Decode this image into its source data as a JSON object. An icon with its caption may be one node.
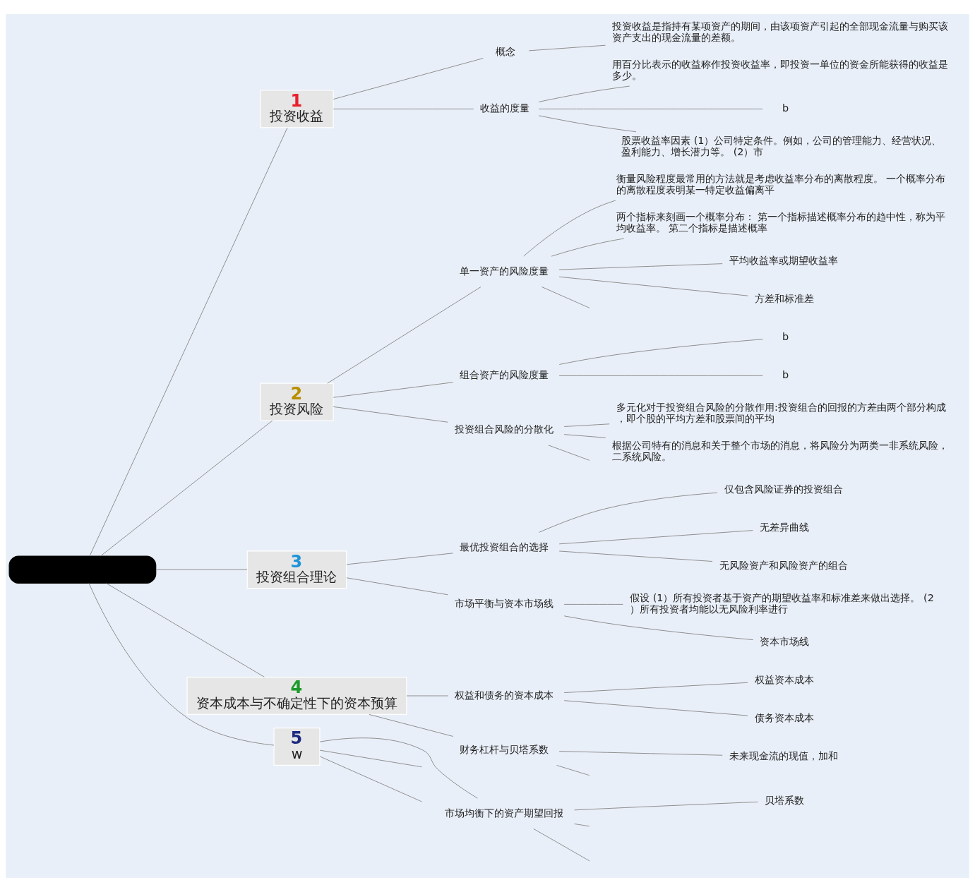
{
  "diagram": {
    "nodes": [
      {
        "text": [],
        "shape": "box"
      },
      {
        "text": [
          "1",
          "投资收益"
        ]
      },
      {
        "text": [
          "概念"
        ]
      },
      {
        "text": [
          "投资收益是指持有某项资产的期间，由该项资产引起的全部现金流量与购买该资产支出的现金流量的差额。"
        ]
      },
      {
        "text": [
          "收益的度量"
        ]
      },
      {
        "text": [
          "用百分比表示的收益称作投资收益率，即投资一单位的资金所能获得的收益是多少。"
        ]
      },
      {
        "text": [
          "b"
        ]
      },
      {
        "text": [
          "股票收益率因素 (1）公司特定条件。例如，公司的管理能力、经营状况、盈利能力、增长潜力等。 (2）市"
        ]
      },
      {
        "text": [
          "2",
          "投资风险"
        ]
      },
      {
        "text": [
          "单一资产的风险度量"
        ]
      },
      {
        "text": [
          "衡量风险程度最常用的方法就是考虑收益率分布的离散程度。 一个概率分布的离散程度表明某一特定收益偏离平"
        ]
      },
      {
        "text": [
          "两个指标来刻画一个概率分布： 第一个指标描述概率分布的趋中性，称为平均收益率。 第二个指标是描述概率"
        ]
      },
      {
        "text": [
          "平均收益率或期望收益率"
        ]
      },
      {
        "text": [
          "方差和标准差"
        ]
      },
      {
        "text": [
          "组合资产的风险度量"
        ]
      },
      {
        "text": [
          "b"
        ]
      },
      {
        "text": [
          "b"
        ]
      },
      {
        "text": [
          "投资组合风险的分散化"
        ]
      },
      {
        "text": [
          "多元化对于投资组合风险的分散作用:投资组合的回报的方差由两个部分构成，即个股的平均方差和股票间的平均"
        ]
      },
      {
        "text": [
          "根据公司特有的消息和关于整个市场的消息，将风险分为两类一非系统风险，二系统风险。"
        ]
      },
      {
        "text": [
          "3",
          "投资组合理论"
        ]
      },
      {
        "text": [
          "最优投资组合的选择"
        ]
      },
      {
        "text": [
          "仅包含风险证券的投资组合"
        ]
      },
      {
        "text": [
          "无差异曲线"
        ]
      },
      {
        "text": [
          "无风险资产和风险资产的组合"
        ]
      },
      {
        "text": [
          "市场平衡与资本市场线"
        ]
      },
      {
        "text": [
          "假设 (1）所有投资者基于资产的期望收益率和标准差来做出选择。 (2）所有投资者均能以无风险利率进行"
        ]
      },
      {
        "text": [
          "资本市场线"
        ]
      },
      {
        "text": [
          "4",
          "资本成本与不确定性下的资本预算"
        ]
      },
      {
        "text": [
          "权益和债务的资本成本"
        ]
      },
      {
        "text": [
          "权益资本成本"
        ]
      },
      {
        "text": [
          "债务资本成本"
        ]
      },
      {
        "text": [
          "财务杠杆与贝塔系数"
        ]
      },
      {
        "text": [
          "未来现金流的现值，加和"
        ]
      },
      {
        "text": [
          "5",
          "w"
        ]
      },
      {
        "text": [
          "市场均衡下的资产期望回报"
        ]
      },
      {
        "text": [
          "贝塔系数"
        ]
      }
    ],
    "edges": [
      {
        "from": 0,
        "to": 1,
        "arrow": "none"
      },
      {
        "from": 1,
        "to": 2,
        "arrow": "none"
      },
      {
        "from": 2,
        "to": 3,
        "arrow": "none"
      },
      {
        "from": 1,
        "to": 4,
        "arrow": "none"
      },
      {
        "from": 4,
        "to": 5,
        "arrow": "none"
      },
      {
        "from": 4,
        "to": 6,
        "arrow": "none"
      },
      {
        "from": 4,
        "to": 7,
        "arrow": "none"
      },
      {
        "from": 0,
        "to": 8,
        "arrow": "none"
      },
      {
        "from": 8,
        "to": 9,
        "arrow": "none"
      },
      {
        "from": 9,
        "to": 10,
        "arrow": "none"
      },
      {
        "from": 9,
        "to": 11,
        "arrow": "none"
      },
      {
        "from": 9,
        "to": 12,
        "arrow": "none"
      },
      {
        "from": 9,
        "to": 13,
        "arrow": "none"
      },
      {
        "from": 9,
        "to": null,
        "arrow": "none"
      },
      {
        "from": 8,
        "to": 14,
        "arrow": "none"
      },
      {
        "from": 14,
        "to": 15,
        "arrow": "none"
      },
      {
        "from": 14,
        "to": 16,
        "arrow": "none"
      },
      {
        "from": 8,
        "to": 17,
        "arrow": "none"
      },
      {
        "from": 17,
        "to": 18,
        "arrow": "none"
      },
      {
        "from": 17,
        "to": 19,
        "arrow": "none"
      },
      {
        "from": 17,
        "to": null,
        "arrow": "none"
      },
      {
        "from": 0,
        "to": 20,
        "arrow": "none"
      },
      {
        "from": 20,
        "to": 21,
        "arrow": "none"
      },
      {
        "from": 21,
        "to": 22,
        "arrow": "none"
      },
      {
        "from": 21,
        "to": 23,
        "arrow": "none"
      },
      {
        "from": 21,
        "to": 24,
        "arrow": "none"
      },
      {
        "from": 20,
        "to": 25,
        "arrow": "none"
      },
      {
        "from": 25,
        "to": 26,
        "arrow": "none"
      },
      {
        "from": 25,
        "to": 27,
        "arrow": "none"
      },
      {
        "from": 0,
        "to": 28,
        "arrow": "none"
      },
      {
        "from": 28,
        "to": 29,
        "arrow": "none"
      },
      {
        "from": 29,
        "to": 30,
        "arrow": "none"
      },
      {
        "from": 29,
        "to": 31,
        "arrow": "none"
      },
      {
        "from": 28,
        "to": 32,
        "arrow": "none"
      },
      {
        "from": 32,
        "to": 33,
        "arrow": "none"
      },
      {
        "from": 32,
        "to": null,
        "arrow": "none"
      },
      {
        "from": 0,
        "to": 34,
        "arrow": "none"
      },
      {
        "from": 34,
        "to": 35,
        "arrow": "none"
      },
      {
        "from": 35,
        "to": 36,
        "arrow": "none"
      },
      {
        "from": 35,
        "to": null,
        "arrow": "none"
      },
      {
        "from": 35,
        "to": null,
        "arrow": "none"
      },
      {
        "from": 34,
        "to": null,
        "arrow": "none"
      },
      {
        "from": 34,
        "to": null,
        "arrow": "none"
      }
    ]
  }
}
